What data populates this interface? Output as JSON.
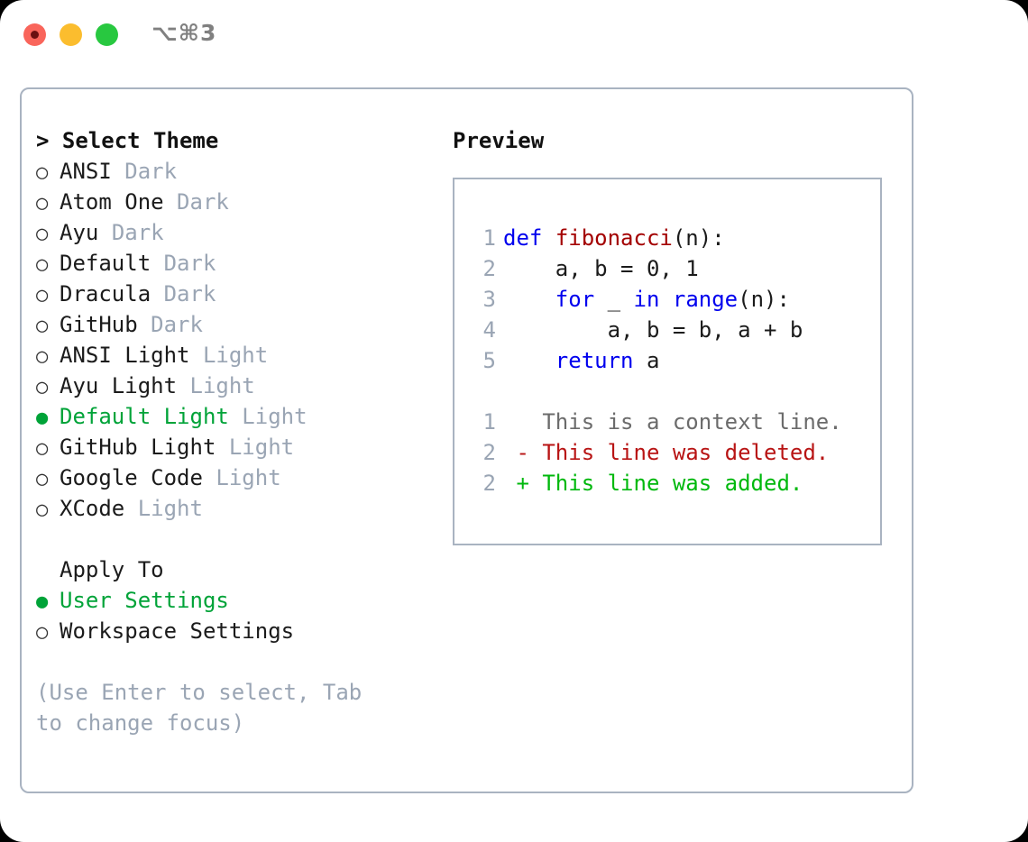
{
  "window": {
    "title": "⌥⌘3",
    "traffic_lights": [
      {
        "name": "close",
        "color": "#f9655b"
      },
      {
        "name": "minimize",
        "color": "#fbbd2e"
      },
      {
        "name": "maximize",
        "color": "#28c840"
      }
    ]
  },
  "colors": {
    "accent_green": "#00a338",
    "muted_gray": "#9aa5b4",
    "border": "#a9b3c1",
    "keyword_blue": "#0000ee",
    "function_red": "#a30000",
    "diff_deleted": "#b81414",
    "diff_added": "#00b80d",
    "text": "#1b1b1b"
  },
  "theme_list": {
    "header": "> Select Theme",
    "prompt": ">",
    "bullet_unselected": "○",
    "bullet_selected": "●",
    "items": [
      {
        "name": "ANSI",
        "variant": "Dark",
        "selected": false
      },
      {
        "name": "Atom One",
        "variant": "Dark",
        "selected": false
      },
      {
        "name": "Ayu",
        "variant": "Dark",
        "selected": false
      },
      {
        "name": "Default",
        "variant": "Dark",
        "selected": false
      },
      {
        "name": "Dracula",
        "variant": "Dark",
        "selected": false
      },
      {
        "name": "GitHub",
        "variant": "Dark",
        "selected": false
      },
      {
        "name": "ANSI Light",
        "variant": "Light",
        "selected": false
      },
      {
        "name": "Ayu Light",
        "variant": "Light",
        "selected": false
      },
      {
        "name": "Default Light",
        "variant": "Light",
        "selected": true
      },
      {
        "name": "GitHub Light",
        "variant": "Light",
        "selected": false
      },
      {
        "name": "Google Code",
        "variant": "Light",
        "selected": false
      },
      {
        "name": "XCode",
        "variant": "Light",
        "selected": false
      }
    ]
  },
  "apply_to": {
    "header": "Apply To",
    "items": [
      {
        "name": "User Settings",
        "selected": true
      },
      {
        "name": "Workspace Settings",
        "selected": false
      }
    ]
  },
  "hint": "(Use Enter to select, Tab to change focus)",
  "preview": {
    "title": "Preview",
    "code_lines": [
      {
        "num": "1",
        "tokens": [
          {
            "t": "def",
            "c": "kw"
          },
          {
            "t": " ",
            "c": "pl"
          },
          {
            "t": "fibonacci",
            "c": "fn"
          },
          {
            "t": "(n):",
            "c": "pl"
          }
        ]
      },
      {
        "num": "2",
        "tokens": [
          {
            "t": "    a, b = 0, 1",
            "c": "pl"
          }
        ]
      },
      {
        "num": "3",
        "tokens": [
          {
            "t": "    ",
            "c": "pl"
          },
          {
            "t": "for",
            "c": "kw"
          },
          {
            "t": " _ ",
            "c": "pl"
          },
          {
            "t": "in",
            "c": "kw"
          },
          {
            "t": " ",
            "c": "pl"
          },
          {
            "t": "range",
            "c": "kw"
          },
          {
            "t": "(n):",
            "c": "pl"
          }
        ]
      },
      {
        "num": "4",
        "tokens": [
          {
            "t": "        a, b = b, a + b",
            "c": "pl"
          }
        ]
      },
      {
        "num": "5",
        "tokens": [
          {
            "t": "    ",
            "c": "pl"
          },
          {
            "t": "return",
            "c": "kw"
          },
          {
            "t": " a",
            "c": "pl"
          }
        ]
      }
    ],
    "diff_lines": [
      {
        "num": "1",
        "marker": " ",
        "text": "This is a context line.",
        "kind": "ctx"
      },
      {
        "num": "2",
        "marker": "-",
        "text": "This line was deleted.",
        "kind": "del"
      },
      {
        "num": "2",
        "marker": "+",
        "text": "This line was added.",
        "kind": "add"
      }
    ]
  }
}
